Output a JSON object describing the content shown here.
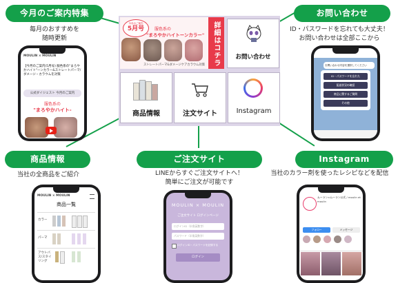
{
  "monthly": {
    "pill": "今月のご案内特集",
    "caption_line1": "毎月のおすすめを",
    "caption_line2": "随時更新",
    "phone": {
      "brand": "MOULIN × MOULIN",
      "headline": "【今月のご案内(5月号) 服色系の\"まろやかハイト\"ーンカラー&ストレートパーマ/ダメージ・カラウムを対策",
      "cta": "公式ダイジェスト 今月のご案内",
      "pink_title": "服色系の",
      "pink_big": "\"まろやかハイト-"
    }
  },
  "contact": {
    "pill": "お問い合わせ",
    "caption_line1": "ID・パスワードを忘れても大丈夫！",
    "caption_line2": "お問い合わせは全部ここから",
    "phone": {
      "bubble": "お問い合わせ内容を選択してください",
      "buttons": [
        "ID・パスワードを忘れた",
        "配送状況の確認",
        "商品に関するご質問",
        "その他"
      ]
    }
  },
  "products": {
    "pill": "商品情報",
    "caption": "当社の全商品をご紹介",
    "phone": {
      "brand": "MOULIN × MOULIN",
      "title": "商品一覧",
      "categories": [
        "カラー",
        "パーマ",
        "アウトバス/スタイリング"
      ]
    }
  },
  "order": {
    "pill": "ご注文サイト",
    "caption_line1": "LINEからすぐご注文サイトへ！",
    "caption_line2": "簡単にご注文が可能です",
    "phone": {
      "brand": "MOULIN × MOULIN",
      "subtitle": "ご注文サイト ログインページ",
      "id_placeholder": "ログインID（半角英数字）",
      "pw_placeholder": "パスワード（半角英数字）",
      "remember": "ログインID・パスワードを記録する",
      "login": "ログイン"
    }
  },
  "instagram": {
    "pill": "Instagram",
    "caption": "当社のカラー剤を使ったレシピなどを配信",
    "phone": {
      "account": "ムーラン×ムーラン公式 / moulin et moulin",
      "follow": "フォロー",
      "message": "メッセージ"
    }
  },
  "menu": {
    "feature_vertical": "詳細はコチラ",
    "feature_month": "5月号",
    "feature_small": "今月のご案内",
    "feature_title1": "服色系の",
    "feature_title2": "\"まろやかハイトーンカラー\"",
    "feature_footer": "ストレートパーマ&ダメージケアカラウム対策",
    "contact_label": "お問い合わせ",
    "products_label": "商品情報",
    "order_label": "注文サイト",
    "instagram_label": "Instagram"
  },
  "colors": {
    "accent_green": "#14a04a",
    "menu_bg": "#ddd5e8",
    "feature_red": "#e83a4a",
    "order_purple": "#c9b7dc"
  }
}
